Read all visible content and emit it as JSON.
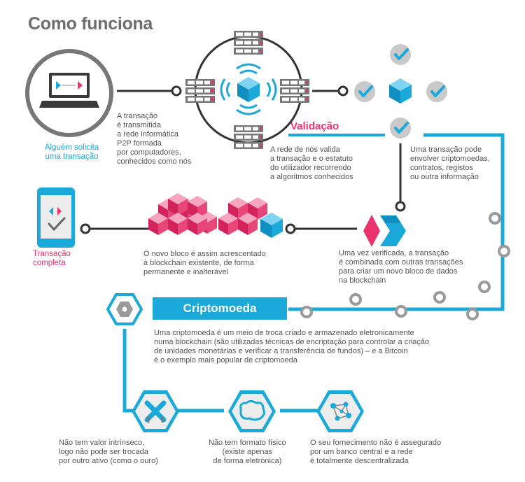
{
  "title": "Como funciona",
  "steps": {
    "request_label": "Alguém solicita\numa transação",
    "broadcast_text": "A transação\né transmitida\na rede informática\nP2P formada\npor computadores,\nconhecidos como nós",
    "validation_label": "Validação",
    "validation_text": "A rede de nós valida\na transação e o estatuto\ndo utilizador recorrendo\na algoritmos conhecidos",
    "involve_text": "Uma transação pode\nenvolver criptomoedas,\ncontratos, registos\nou outra informação",
    "combine_text": "Uma vez verificada, a transação\né combinada com outras transações\npara criar um novo bloco de dados\nna blockchain",
    "append_text": "O novo bloco é assim acrescentado\nà blockchain existente, de forma\npermanente e inalterável",
    "complete_label": "Transação\ncompleta"
  },
  "crypto": {
    "heading": "Criptomoeda",
    "definition": "Uma criptomoeda é um meio de troca criado e armazenado eletronicamente\nnuma blockchain (são utilizadas técnicas de encriptação para controlar a criação\nde unidades monetárias e verificar a transferência de fundos) – e a Bitcoin\né o exemplo mais popular de criptomoeda",
    "feature_value": "Não tem valor intrínseco,\nlogo não pode ser trocada\npor outro ativo (como o ouro)",
    "feature_format": "Não tem formato físico\n(existe apenas\nde forma eletrónica)",
    "feature_supply": "O seu fornecimento não é assegurado\npor um banco central e a rede\né totalmente descentralizada"
  },
  "colors": {
    "blue": "#1aa9d8",
    "pink": "#e8336d",
    "gray": "#9a9a9a",
    "dark": "#333333"
  },
  "icons": [
    "laptop-icon",
    "server-icon",
    "cube-icon",
    "wifi-wave-icon",
    "check-circle-icon",
    "chevron-block-icon",
    "blockchain-cubes-icon",
    "phone-icon",
    "hexagon-icon",
    "cross-icon",
    "map-blob-icon",
    "network-icon"
  ]
}
